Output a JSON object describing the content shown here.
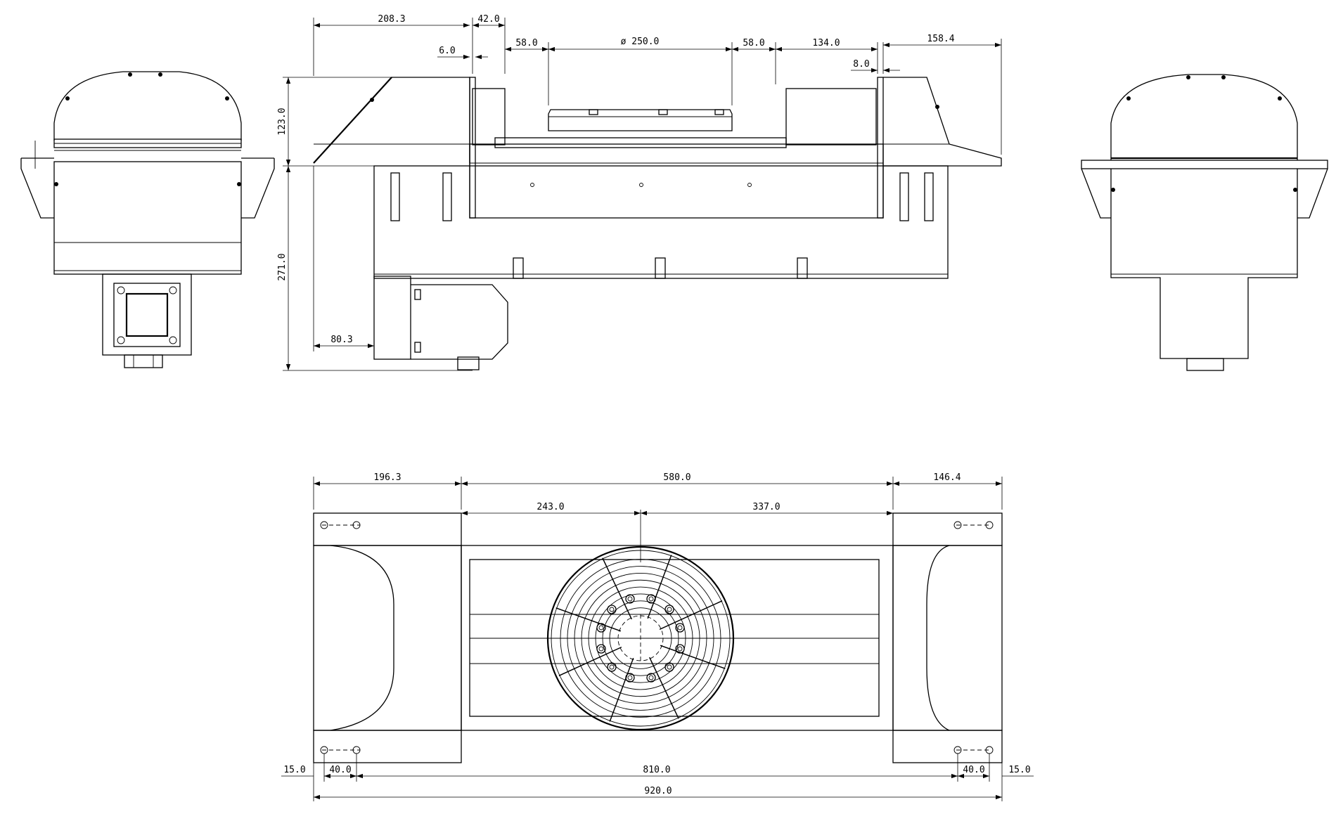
{
  "dimensions": {
    "d_208_3": "208.3",
    "d_42_0": "42.0",
    "d_6_0": "6.0",
    "d_58_0_left": "58.0",
    "d_dia_250": "ø 250.0",
    "d_58_0_right": "58.0",
    "d_134_0": "134.0",
    "d_158_4": "158.4",
    "d_8_0": "8.0",
    "d_123_0": "123.0",
    "d_271_0": "271.0",
    "d_80_3": "80.3",
    "d_196_3": "196.3",
    "d_580_0": "580.0",
    "d_146_4": "146.4",
    "d_243_0": "243.0",
    "d_337_0": "337.0",
    "d_15_0_left": "15.0",
    "d_40_0_left": "40.0",
    "d_810_0": "810.0",
    "d_40_0_right": "40.0",
    "d_15_0_right": "15.0",
    "d_920_0": "920.0"
  }
}
